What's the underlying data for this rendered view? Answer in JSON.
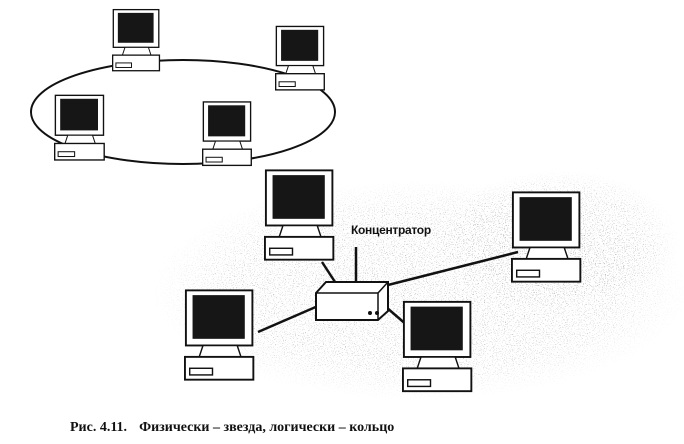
{
  "diagram": {
    "hub_label": "Концентратор",
    "colors": {
      "ink": "#111111",
      "screen": "#161616",
      "paper": "#ffffff",
      "shade": "#9a9a9a"
    },
    "ring_group": {
      "computers": [
        "computer",
        "computer",
        "computer",
        "computer"
      ],
      "topology": "logical ring"
    },
    "star_group": {
      "computers": [
        "computer",
        "computer",
        "computer",
        "computer"
      ],
      "hub": "concentrator",
      "topology": "physical star"
    }
  },
  "caption": {
    "number": "Рис. 4.11.",
    "text": "Физически – звезда, логически – кольцо"
  }
}
